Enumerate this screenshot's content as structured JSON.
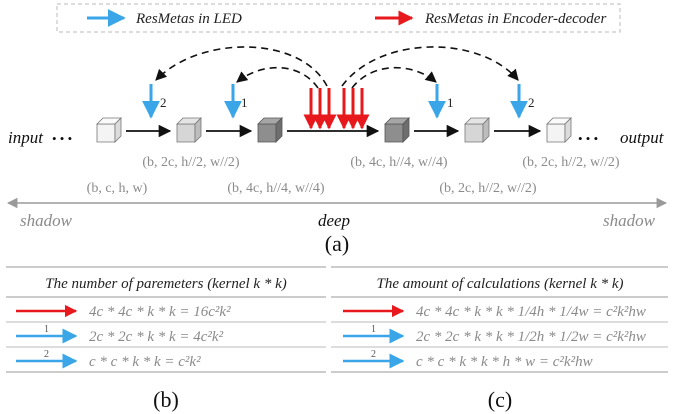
{
  "legend": {
    "led": "ResMetas in LED",
    "encdec": "ResMetas in Encoder-decoder"
  },
  "colors": {
    "blue": "#3aa6e8",
    "red": "#e8191d",
    "gray_text": "#8a8a8a"
  },
  "diagram": {
    "input_label": "input",
    "output_label": "output",
    "dots_left": "• • •",
    "dots_right": "• • •",
    "shapes": [
      "(b, c, h, w)",
      "(b, 2c, h//2, w//2)",
      "(b, 4c, h//4, w//4)",
      "(b, 4c, h//4, w//4)",
      "(b, 2c, h//2, w//2)",
      "(b, 2c, h//2, w//2)"
    ],
    "arrow_numbers": [
      "2",
      "1",
      "1",
      "2"
    ],
    "depth_left": "shadow",
    "depth_center": "deep",
    "depth_right": "shadow",
    "caption": "(a)"
  },
  "table_b": {
    "header": "The number of paremeters (kernel k * k)",
    "rows": [
      {
        "num": "",
        "formula": "4c * 4c * k * k = 16c²k²"
      },
      {
        "num": "1",
        "formula": "2c * 2c * k * k = 4c²k²"
      },
      {
        "num": "2",
        "formula": "c * c * k * k = c²k²"
      }
    ],
    "caption": "(b)"
  },
  "table_c": {
    "header": "The amount of calculations  (kernel k * k)",
    "rows": [
      {
        "num": "",
        "formula": "4c * 4c * k * k * 1/4h * 1/4w = c²k²hw"
      },
      {
        "num": "1",
        "formula": "2c * 2c * k * k * 1/2h * 1/2w = c²k²hw"
      },
      {
        "num": "2",
        "formula": "c * c * k * k * h * w = c²k²hw"
      }
    ],
    "caption": "(c)"
  }
}
